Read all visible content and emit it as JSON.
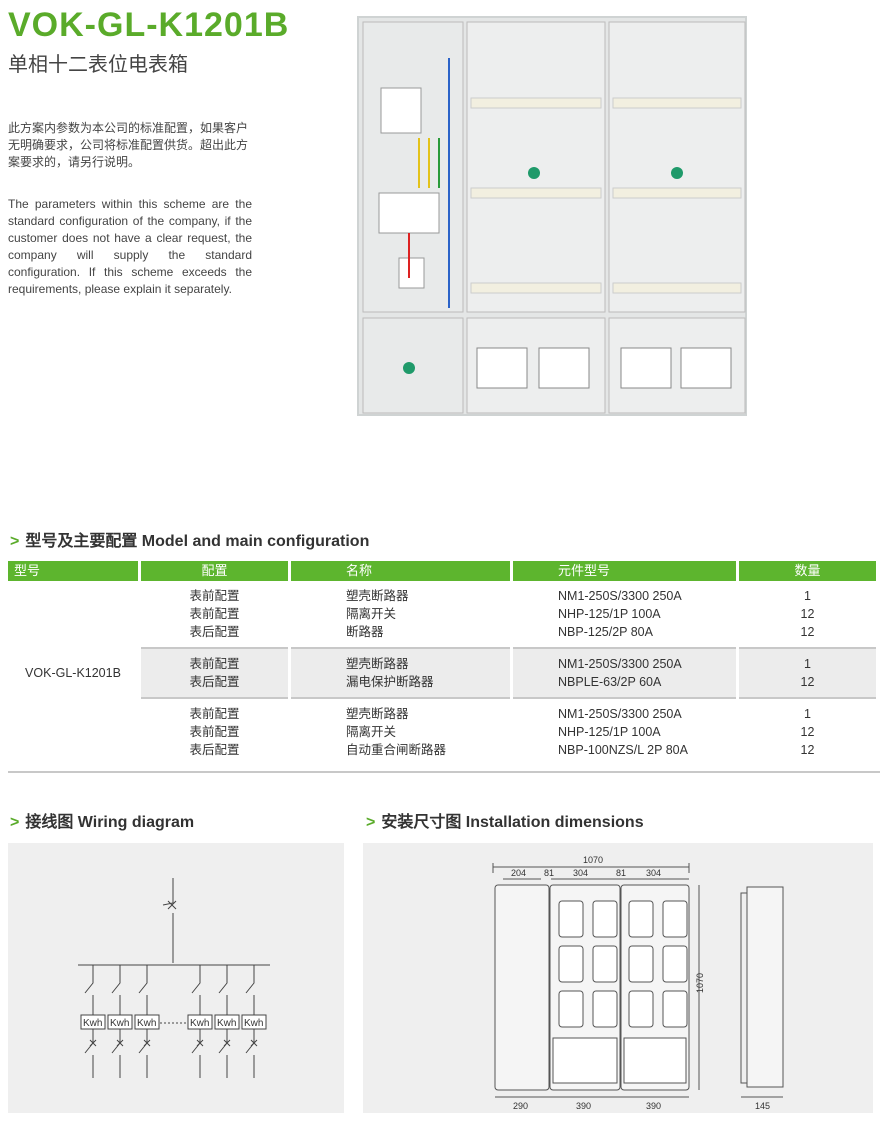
{
  "header": {
    "title": "VOK-GL-K1201B",
    "subtitle": "单相十二表位电表箱"
  },
  "description": {
    "cn": "此方案内参数为本公司的标准配置，如果客户无明确要求，公司将标准配置供货。超出此方案要求的，请另行说明。",
    "en": "The parameters within this scheme are the standard configuration of the company, if the customer does not have a clear request, the company will supply the standard configuration. If this scheme exceeds the requirements, please explain it separately."
  },
  "config": {
    "section_title": "型号及主要配置 Model and main configuration",
    "arrow": ">",
    "headers": [
      "型号",
      "配置",
      "名称",
      "元件型号",
      "数量"
    ],
    "model": "VOK-GL-K1201B",
    "groups": [
      [
        [
          "表前配置",
          "塑壳断路器",
          "NM1-250S/3300 250A",
          "1"
        ],
        [
          "表前配置",
          "隔离开关",
          "NHP-125/1P 100A",
          "12"
        ],
        [
          "表后配置",
          "断路器",
          "NBP-125/2P 80A",
          "12"
        ]
      ],
      [
        [
          "表前配置",
          "塑壳断路器",
          "NM1-250S/3300 250A",
          "1"
        ],
        [
          "表后配置",
          "漏电保护断路器",
          "NBPLE-63/2P 60A",
          "12"
        ]
      ],
      [
        [
          "表前配置",
          "塑壳断路器",
          "NM1-250S/3300 250A",
          "1"
        ],
        [
          "表前配置",
          "隔离开关",
          "NHP-125/1P 100A",
          "12"
        ],
        [
          "表后配置",
          "自动重合闸断路器",
          "NBP-100NZS/L 2P 80A",
          "12"
        ]
      ]
    ]
  },
  "wiring": {
    "section_title": "接线图 Wiring diagram",
    "meter_label": "Kwh"
  },
  "dimensions": {
    "section_title": "安装尺寸图 Installation dimensions",
    "total_width": "1070",
    "height": "1070",
    "d204": "204",
    "d81a": "81",
    "d304a": "304",
    "d81b": "81",
    "d304b": "304",
    "d290": "290",
    "d390a": "390",
    "d390b": "390",
    "depth": "145"
  },
  "colors": {
    "accent": "#5db52e"
  }
}
